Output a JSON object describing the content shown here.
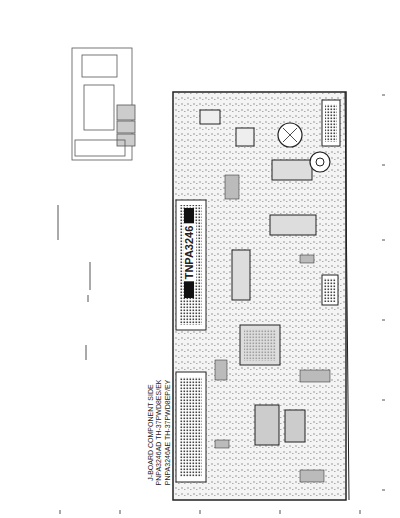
{
  "diagram": {
    "labels": [
      "TNPA3246",
      "J-BOARD COMPONENT SIDE",
      "PNPA3246AD  TH-37PWD8ES/EK",
      "PNPA3246AE  TH-37PWD8EP/EY"
    ]
  }
}
